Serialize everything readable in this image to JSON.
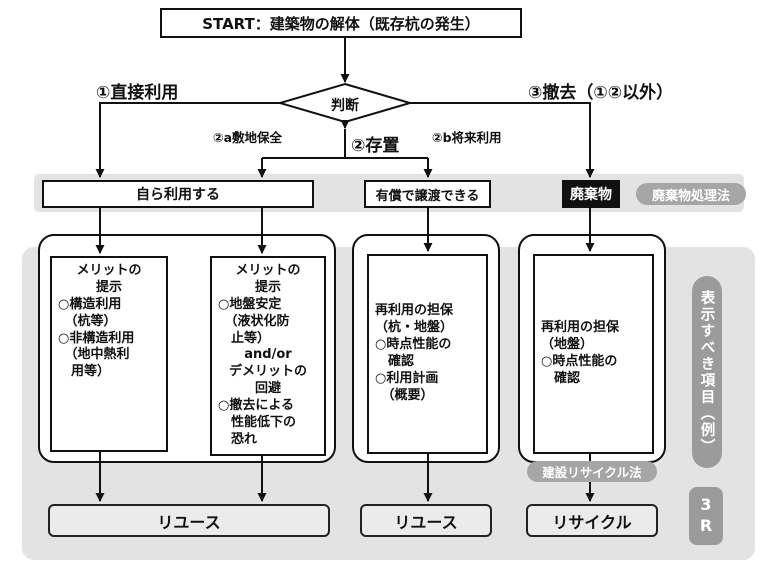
{
  "start": {
    "label": "START：建築物の解体（既存杭の発生）"
  },
  "decision": {
    "label": "判断"
  },
  "branches": {
    "b1": "①直接利用",
    "b2": "②存置",
    "b2a": "②a敷地保全",
    "b2b": "②b将来利用",
    "b3": "③撤去（①②以外）"
  },
  "band": {
    "self_use": "自ら利用する",
    "paid_transfer": "有償で譲渡できる",
    "waste": "廃棄物",
    "waste_law": "廃棄物処理法"
  },
  "columns": {
    "col1": {
      "box_a": {
        "title": "メリットの\n提示",
        "body": "○構造利用\n　（杭等）\n○非構造利用\n　（地中熱利\n　用等）"
      },
      "box_b": {
        "title": "メリットの\n提示",
        "body1": "○地盤安定\n　（液状化防\n　止等）",
        "connector": "and/or",
        "title2": "デメリットの\n回避",
        "body2": "○撤去による\n　性能低下の\n　恐れ"
      },
      "result": "リユース"
    },
    "col2": {
      "box": {
        "title": "再利用の担保\n（杭・地盤）",
        "body": "○時点性能の\n　確認\n○利用計画\n　（概要）"
      },
      "result": "リユース"
    },
    "col3": {
      "box": {
        "title": "再利用の担保\n（地盤）",
        "body": "○時点性能の\n　確認"
      },
      "law": "建設リサイクル法",
      "result": "リサイクル"
    }
  },
  "side": {
    "display_items": "表示すべき項目（例）",
    "three_r": "3R"
  },
  "colors": {
    "line": "#111111",
    "panel_gray": "#e3e3e3",
    "pill_gray": "#a6a6a6",
    "side_gray": "#9b9b9b",
    "waste_bg": "#111111",
    "result_fill": "#ebebeb"
  }
}
